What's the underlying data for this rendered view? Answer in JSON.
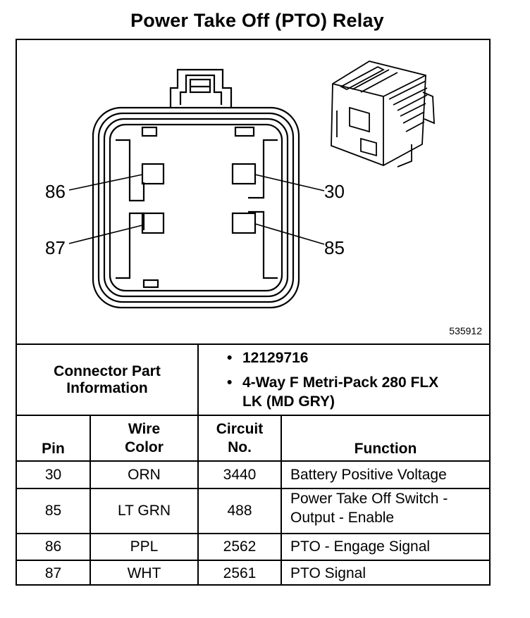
{
  "title": "Power Take Off (PTO) Relay",
  "figure_number": "535912",
  "pins": {
    "p86": "86",
    "p30": "30",
    "p87": "87",
    "p85": "85"
  },
  "connector_info": {
    "label_line1": "Connector Part",
    "label_line2": "Information",
    "bullets": [
      "12129716",
      "4-Way F Metri-Pack 280 FLX",
      "LK (MD GRY)"
    ]
  },
  "table": {
    "headers": {
      "pin": "Pin",
      "wire_line1": "Wire",
      "wire_line2": "Color",
      "circuit_line1": "Circuit",
      "circuit_line2": "No.",
      "function": "Function"
    },
    "rows": [
      {
        "pin": "30",
        "wire": "ORN",
        "circuit": "3440",
        "function": [
          "Battery Positive Voltage"
        ]
      },
      {
        "pin": "85",
        "wire": "LT GRN",
        "circuit": "488",
        "function": [
          "Power Take Off Switch -",
          "Output - Enable"
        ]
      },
      {
        "pin": "86",
        "wire": "PPL",
        "circuit": "2562",
        "function": [
          "PTO - Engage Signal"
        ]
      },
      {
        "pin": "87",
        "wire": "WHT",
        "circuit": "2561",
        "function": [
          "PTO Signal"
        ]
      }
    ]
  }
}
